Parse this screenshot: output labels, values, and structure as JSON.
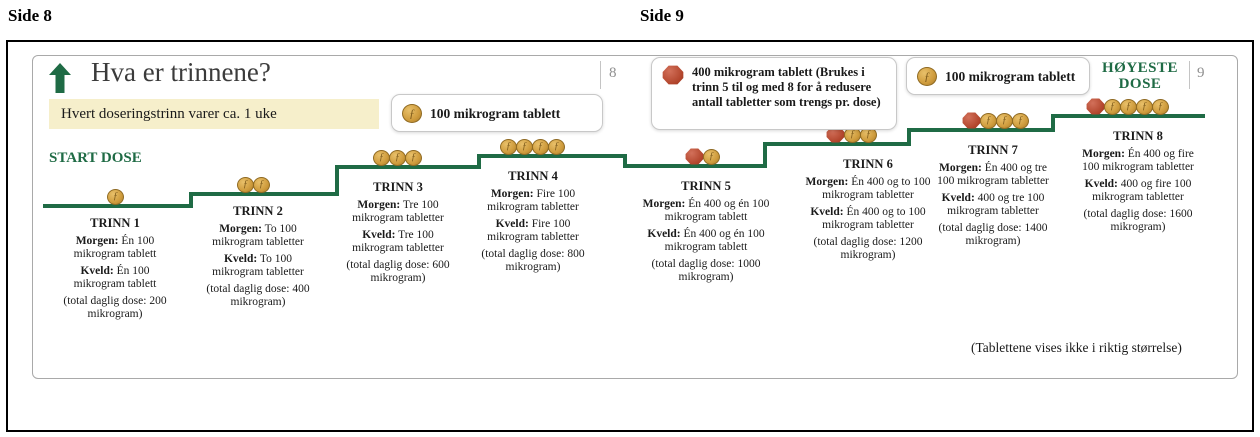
{
  "pages": {
    "left_label": "Side 8",
    "left_number": "8",
    "right_label": "Side 9",
    "right_number": "9"
  },
  "header": {
    "title": "Hva er trinnene?",
    "note": "Hvert doseringstrinn varer ca. 1 uke",
    "start_dose": "START DOSE",
    "hoyeste_dose": "HØYESTE DOSE"
  },
  "legends": {
    "tablet100_left": "100 mikrogram tablett",
    "tablet400": "400 mikrogram tablett (Brukes i trinn 5 til og med 8 for å redusere antall tabletter som trengs pr. dose)",
    "tablet100_right": "100 mikrogram tablett"
  },
  "footnote": "(Tablettene vises ikke i riktig størrelse)",
  "colors": {
    "green": "#1f6b45",
    "tablet_gold": "#cf9c3d",
    "tablet_red": "#b2452c",
    "note_bg": "#f6efcb"
  },
  "steps": [
    {
      "title": "TRINN 1",
      "morgen_label": "Morgen:",
      "morgen": "Én 100 mikrogram tablett",
      "kveld_label": "Kveld:",
      "kveld": "Én 100 mikrogram tablett",
      "total": "(total daglig dose: 200 mikrogram)",
      "tablets_400": 0,
      "tablets_100": 1
    },
    {
      "title": "TRINN 2",
      "morgen_label": "Morgen:",
      "morgen": "To 100 mikrogram tabletter",
      "kveld_label": "Kveld:",
      "kveld": "To 100 mikrogram tabletter",
      "total": "(total daglig dose: 400 mikrogram)",
      "tablets_400": 0,
      "tablets_100": 2
    },
    {
      "title": "TRINN 3",
      "morgen_label": "Morgen:",
      "morgen": "Tre 100 mikrogram tabletter",
      "kveld_label": "Kveld:",
      "kveld": "Tre 100 mikrogram tabletter",
      "total": "(total daglig dose: 600 mikrogram)",
      "tablets_400": 0,
      "tablets_100": 3
    },
    {
      "title": "TRINN 4",
      "morgen_label": "Morgen:",
      "morgen": "Fire 100 mikrogram tabletter",
      "kveld_label": "Kveld:",
      "kveld": "Fire 100 mikrogram tabletter",
      "total": "(total daglig dose: 800 mikrogram)",
      "tablets_400": 0,
      "tablets_100": 4
    },
    {
      "title": "TRINN 5",
      "morgen_label": "Morgen:",
      "morgen": "Én 400 og én 100 mikrogram tablett",
      "kveld_label": "Kveld:",
      "kveld": "Én 400 og én 100 mikrogram tablett",
      "total": "(total daglig dose: 1000 mikrogram)",
      "tablets_400": 1,
      "tablets_100": 1
    },
    {
      "title": "TRINN 6",
      "morgen_label": "Morgen:",
      "morgen": "Én 400 og to 100 mikrogram tabletter",
      "kveld_label": "Kveld:",
      "kveld": "Én 400 og to 100 mikrogram tabletter",
      "total": "(total daglig dose: 1200 mikrogram)",
      "tablets_400": 1,
      "tablets_100": 2
    },
    {
      "title": "TRINN 7",
      "morgen_label": "Morgen:",
      "morgen": "Én 400 og tre 100 mikrogram tabletter",
      "kveld_label": "Kveld:",
      "kveld": "400 og tre 100 mikrogram tabletter",
      "total": "(total daglig dose: 1400 mikrogram)",
      "tablets_400": 1,
      "tablets_100": 3
    },
    {
      "title": "TRINN 8",
      "morgen_label": "Morgen:",
      "morgen": "Én 400 og fire 100 mikrogram tabletter",
      "kveld_label": "Kveld:",
      "kveld": "400 og fire 100 mikrogram tabletter",
      "total": "(total daglig dose: 1600 mikrogram)",
      "tablets_400": 1,
      "tablets_100": 4
    }
  ]
}
